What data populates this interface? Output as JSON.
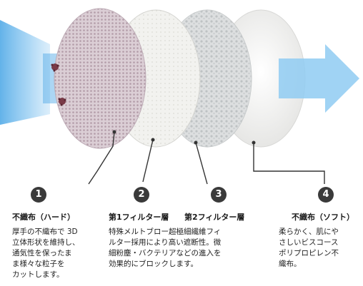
{
  "layers": [
    {
      "number": "1",
      "title": "不織布（ハード）",
      "desc": "厚手の不織布で 3D\n立体形状を維持し、\n通気性を保ったま\nま様々な粒子を\nカットします。"
    },
    {
      "number": "2",
      "title": "第1フィルター層",
      "desc": "特殊メルトブロー超極細繊維フィ\nルター採用により高い遮断性。微\n細粉塵・バクテリアなどの進入を\n効果的にブロックします。"
    },
    {
      "number": "3",
      "title": "第2フィルター層",
      "desc": ""
    },
    {
      "number": "4",
      "title": "不織布（ソフト）",
      "desc": "柔らかく、肌にや\nさしいビスコース\nポリプロピレン不\n織布。"
    }
  ],
  "colors": {
    "airflow": "#6ab6ec",
    "disc_pink": "#c9b8c2",
    "disc_white": "#f1f1ef",
    "disc_gray": "#c4c8c9",
    "number_badge": "#3a3a3a"
  }
}
